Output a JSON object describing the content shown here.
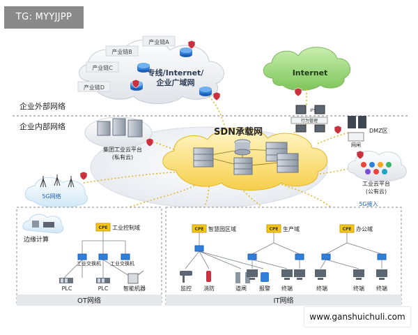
{
  "watermark": {
    "top_left": "TG: MYYJJPP",
    "bottom_right": "www.ganshuichuli.com"
  },
  "zones": {
    "external": "企业外部网络",
    "internal": "企业内部网络"
  },
  "clouds": {
    "wan": "专线/Internet/\n企业广域网",
    "internet": "Internet",
    "sdn": "SDN承载网",
    "private_cloud": "集团工业云平台\n(私有云)",
    "public_cloud": "工业云平台\n(公有云)",
    "g5": "5G网络"
  },
  "chains": [
    "产业链A",
    "产业链B",
    "产业链C",
    "产业链D"
  ],
  "security": {
    "ips": "IPS",
    "behavior": "行为管理",
    "gateway": "网闸",
    "dmz": "DMZ区"
  },
  "g5_access": "5G接入",
  "cpe": "CPE",
  "domains": {
    "ot": "工业控制域",
    "park": "智慧园区域",
    "production": "生产域",
    "office": "办公域",
    "edge": "边缘计算"
  },
  "switches": [
    "工业交换机",
    "工业交换机"
  ],
  "ot_devices": [
    "PLC",
    "PLC",
    "智能机器"
  ],
  "park_devices": [
    "监控",
    "消防",
    "道闸",
    "报警"
  ],
  "terminals": [
    "终端",
    "终端",
    "终端",
    "终端"
  ],
  "section_labels": {
    "ot": "OT网络",
    "it": "IT网络"
  },
  "colors": {
    "yellow": "#f5c518",
    "green": "#8fcf6d",
    "blue": "#2f7fd8",
    "red": "#c8313d"
  }
}
